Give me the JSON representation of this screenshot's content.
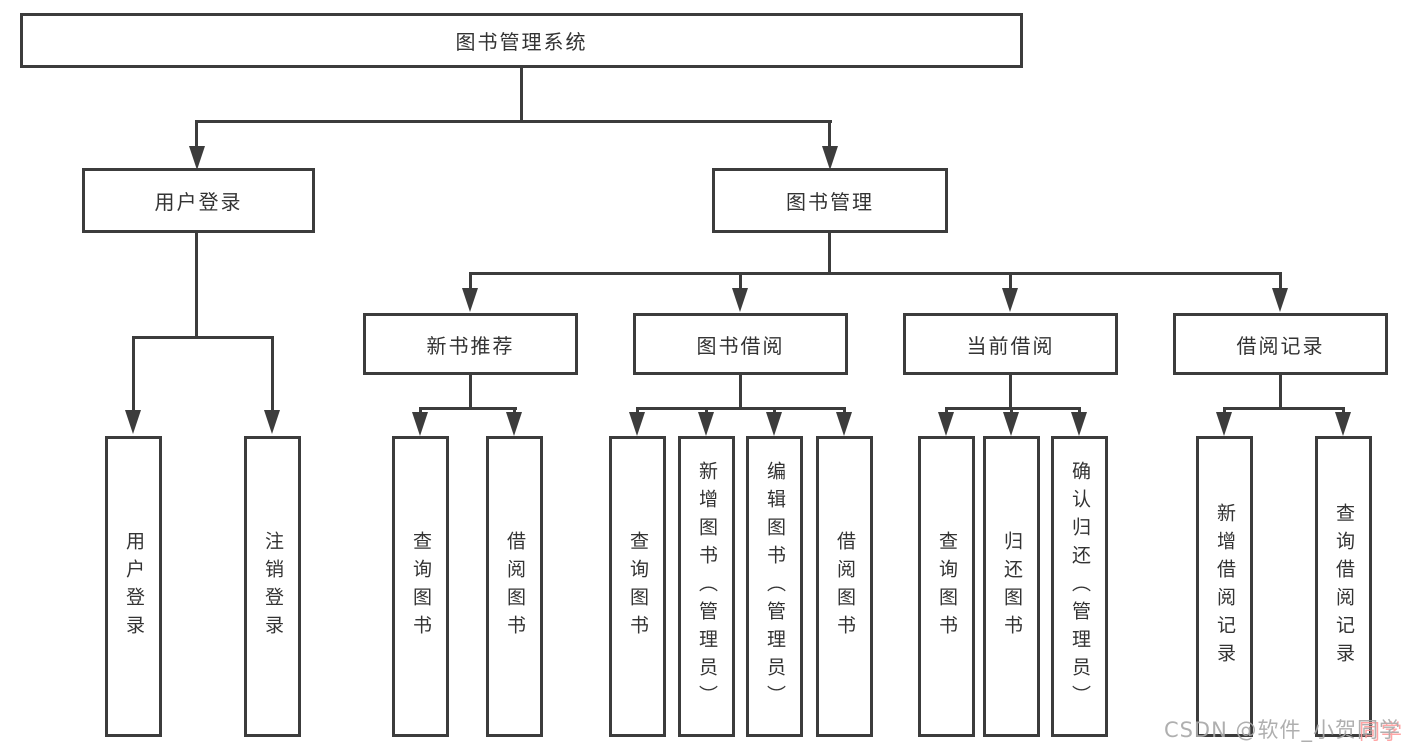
{
  "colors": {
    "line": "#3c3c3c",
    "box_border": "#3c3c3c",
    "text": "#333333",
    "background": "#ffffff",
    "watermark": "#a9a9a9",
    "watermark_accent": "#ff9e9e"
  },
  "watermark": {
    "full_text": "CSDN @软件_小贺同学",
    "prefix": "CSDN @软件_小贺",
    "suffix": "同学"
  },
  "tree": {
    "root": "图书管理系统",
    "branches": [
      {
        "label": "用户登录",
        "children": [
          "用户登录",
          "注销登录"
        ]
      },
      {
        "label": "图书管理",
        "groups": [
          {
            "label": "新书推荐",
            "children": [
              "查询图书",
              "借阅图书"
            ]
          },
          {
            "label": "图书借阅",
            "children": [
              "查询图书",
              "新增图书（管理员）",
              "编辑图书（管理员）",
              "借阅图书"
            ]
          },
          {
            "label": "当前借阅",
            "children": [
              "查询图书",
              "归还图书",
              "确认归还（管理员）"
            ]
          },
          {
            "label": "借阅记录",
            "children": [
              "新增借阅记录",
              "查询借阅记录"
            ]
          }
        ]
      }
    ]
  }
}
